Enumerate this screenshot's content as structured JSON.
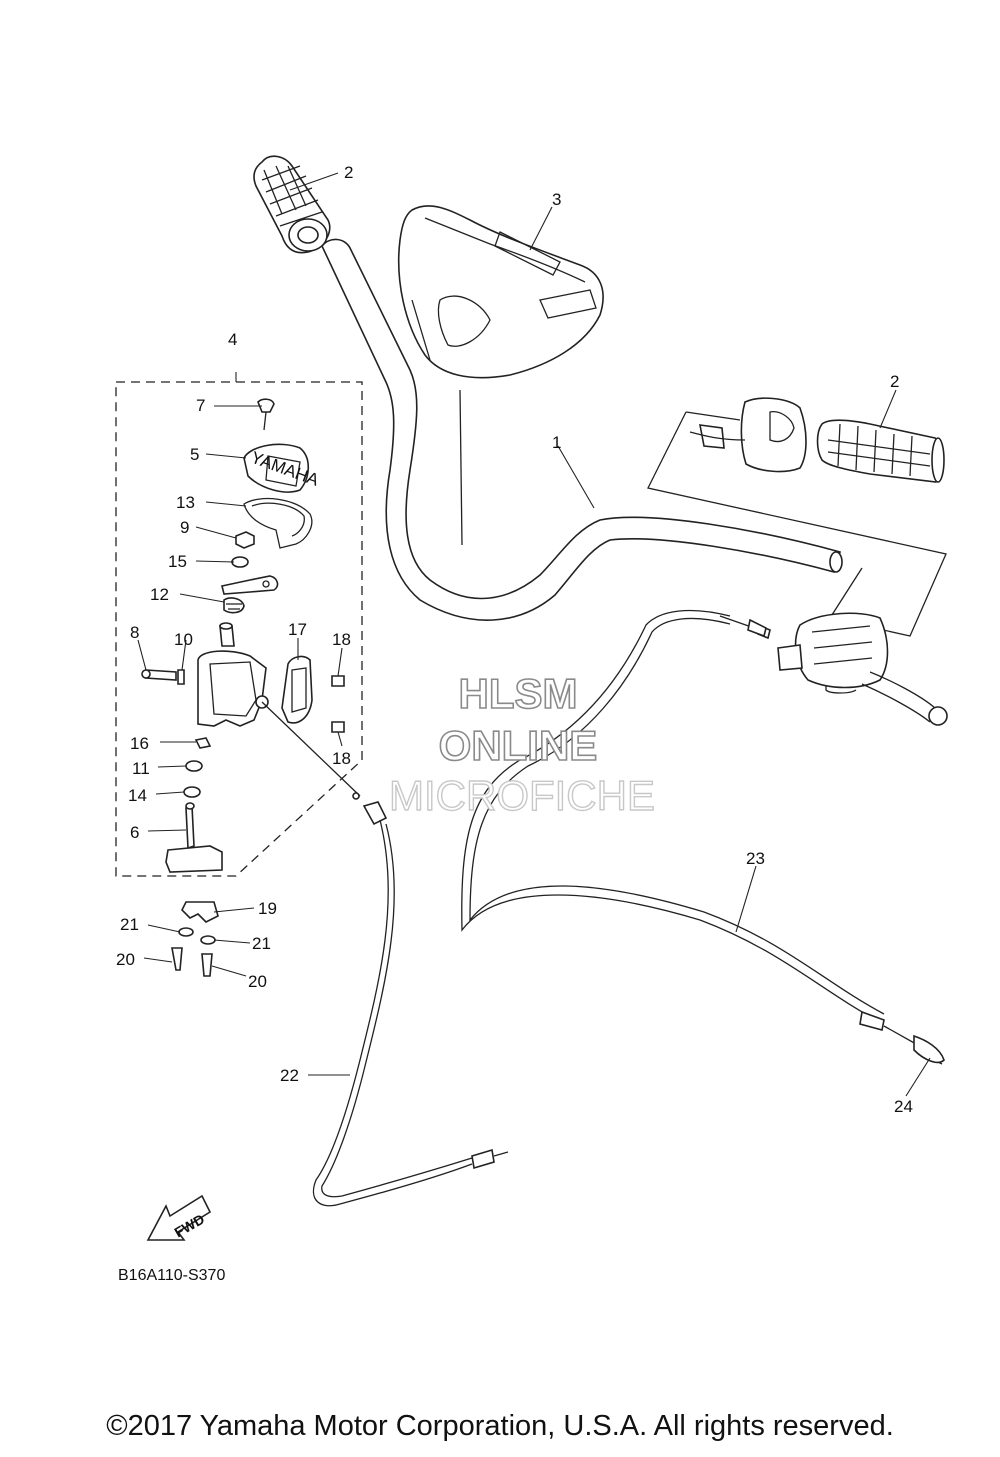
{
  "callouts": [
    {
      "id": "c1",
      "label": "1"
    },
    {
      "id": "c2a",
      "label": "2"
    },
    {
      "id": "c2b",
      "label": "2"
    },
    {
      "id": "c3",
      "label": "3"
    },
    {
      "id": "c4",
      "label": "4"
    },
    {
      "id": "c5",
      "label": "5"
    },
    {
      "id": "c6",
      "label": "6"
    },
    {
      "id": "c7",
      "label": "7"
    },
    {
      "id": "c8",
      "label": "8"
    },
    {
      "id": "c9",
      "label": "9"
    },
    {
      "id": "c10",
      "label": "10"
    },
    {
      "id": "c11",
      "label": "11"
    },
    {
      "id": "c12",
      "label": "12"
    },
    {
      "id": "c13",
      "label": "13"
    },
    {
      "id": "c14",
      "label": "14"
    },
    {
      "id": "c15",
      "label": "15"
    },
    {
      "id": "c16",
      "label": "16"
    },
    {
      "id": "c17",
      "label": "17"
    },
    {
      "id": "c18a",
      "label": "18"
    },
    {
      "id": "c18b",
      "label": "18"
    },
    {
      "id": "c19",
      "label": "19"
    },
    {
      "id": "c20a",
      "label": "20"
    },
    {
      "id": "c20b",
      "label": "20"
    },
    {
      "id": "c21a",
      "label": "21"
    },
    {
      "id": "c21b",
      "label": "21"
    },
    {
      "id": "c22",
      "label": "22"
    },
    {
      "id": "c23",
      "label": "23"
    },
    {
      "id": "c24",
      "label": "24"
    }
  ],
  "watermark": {
    "line1": "HLSM",
    "line2": "ONLINE",
    "line3": "MICROFICHE"
  },
  "fwd_label": "FWD",
  "diagram_code": "B16A110-S370",
  "copyright": "©2017 Yamaha Motor Corporation, U.S.A. All rights reserved.",
  "grip_logo_text": "YAMAHA"
}
